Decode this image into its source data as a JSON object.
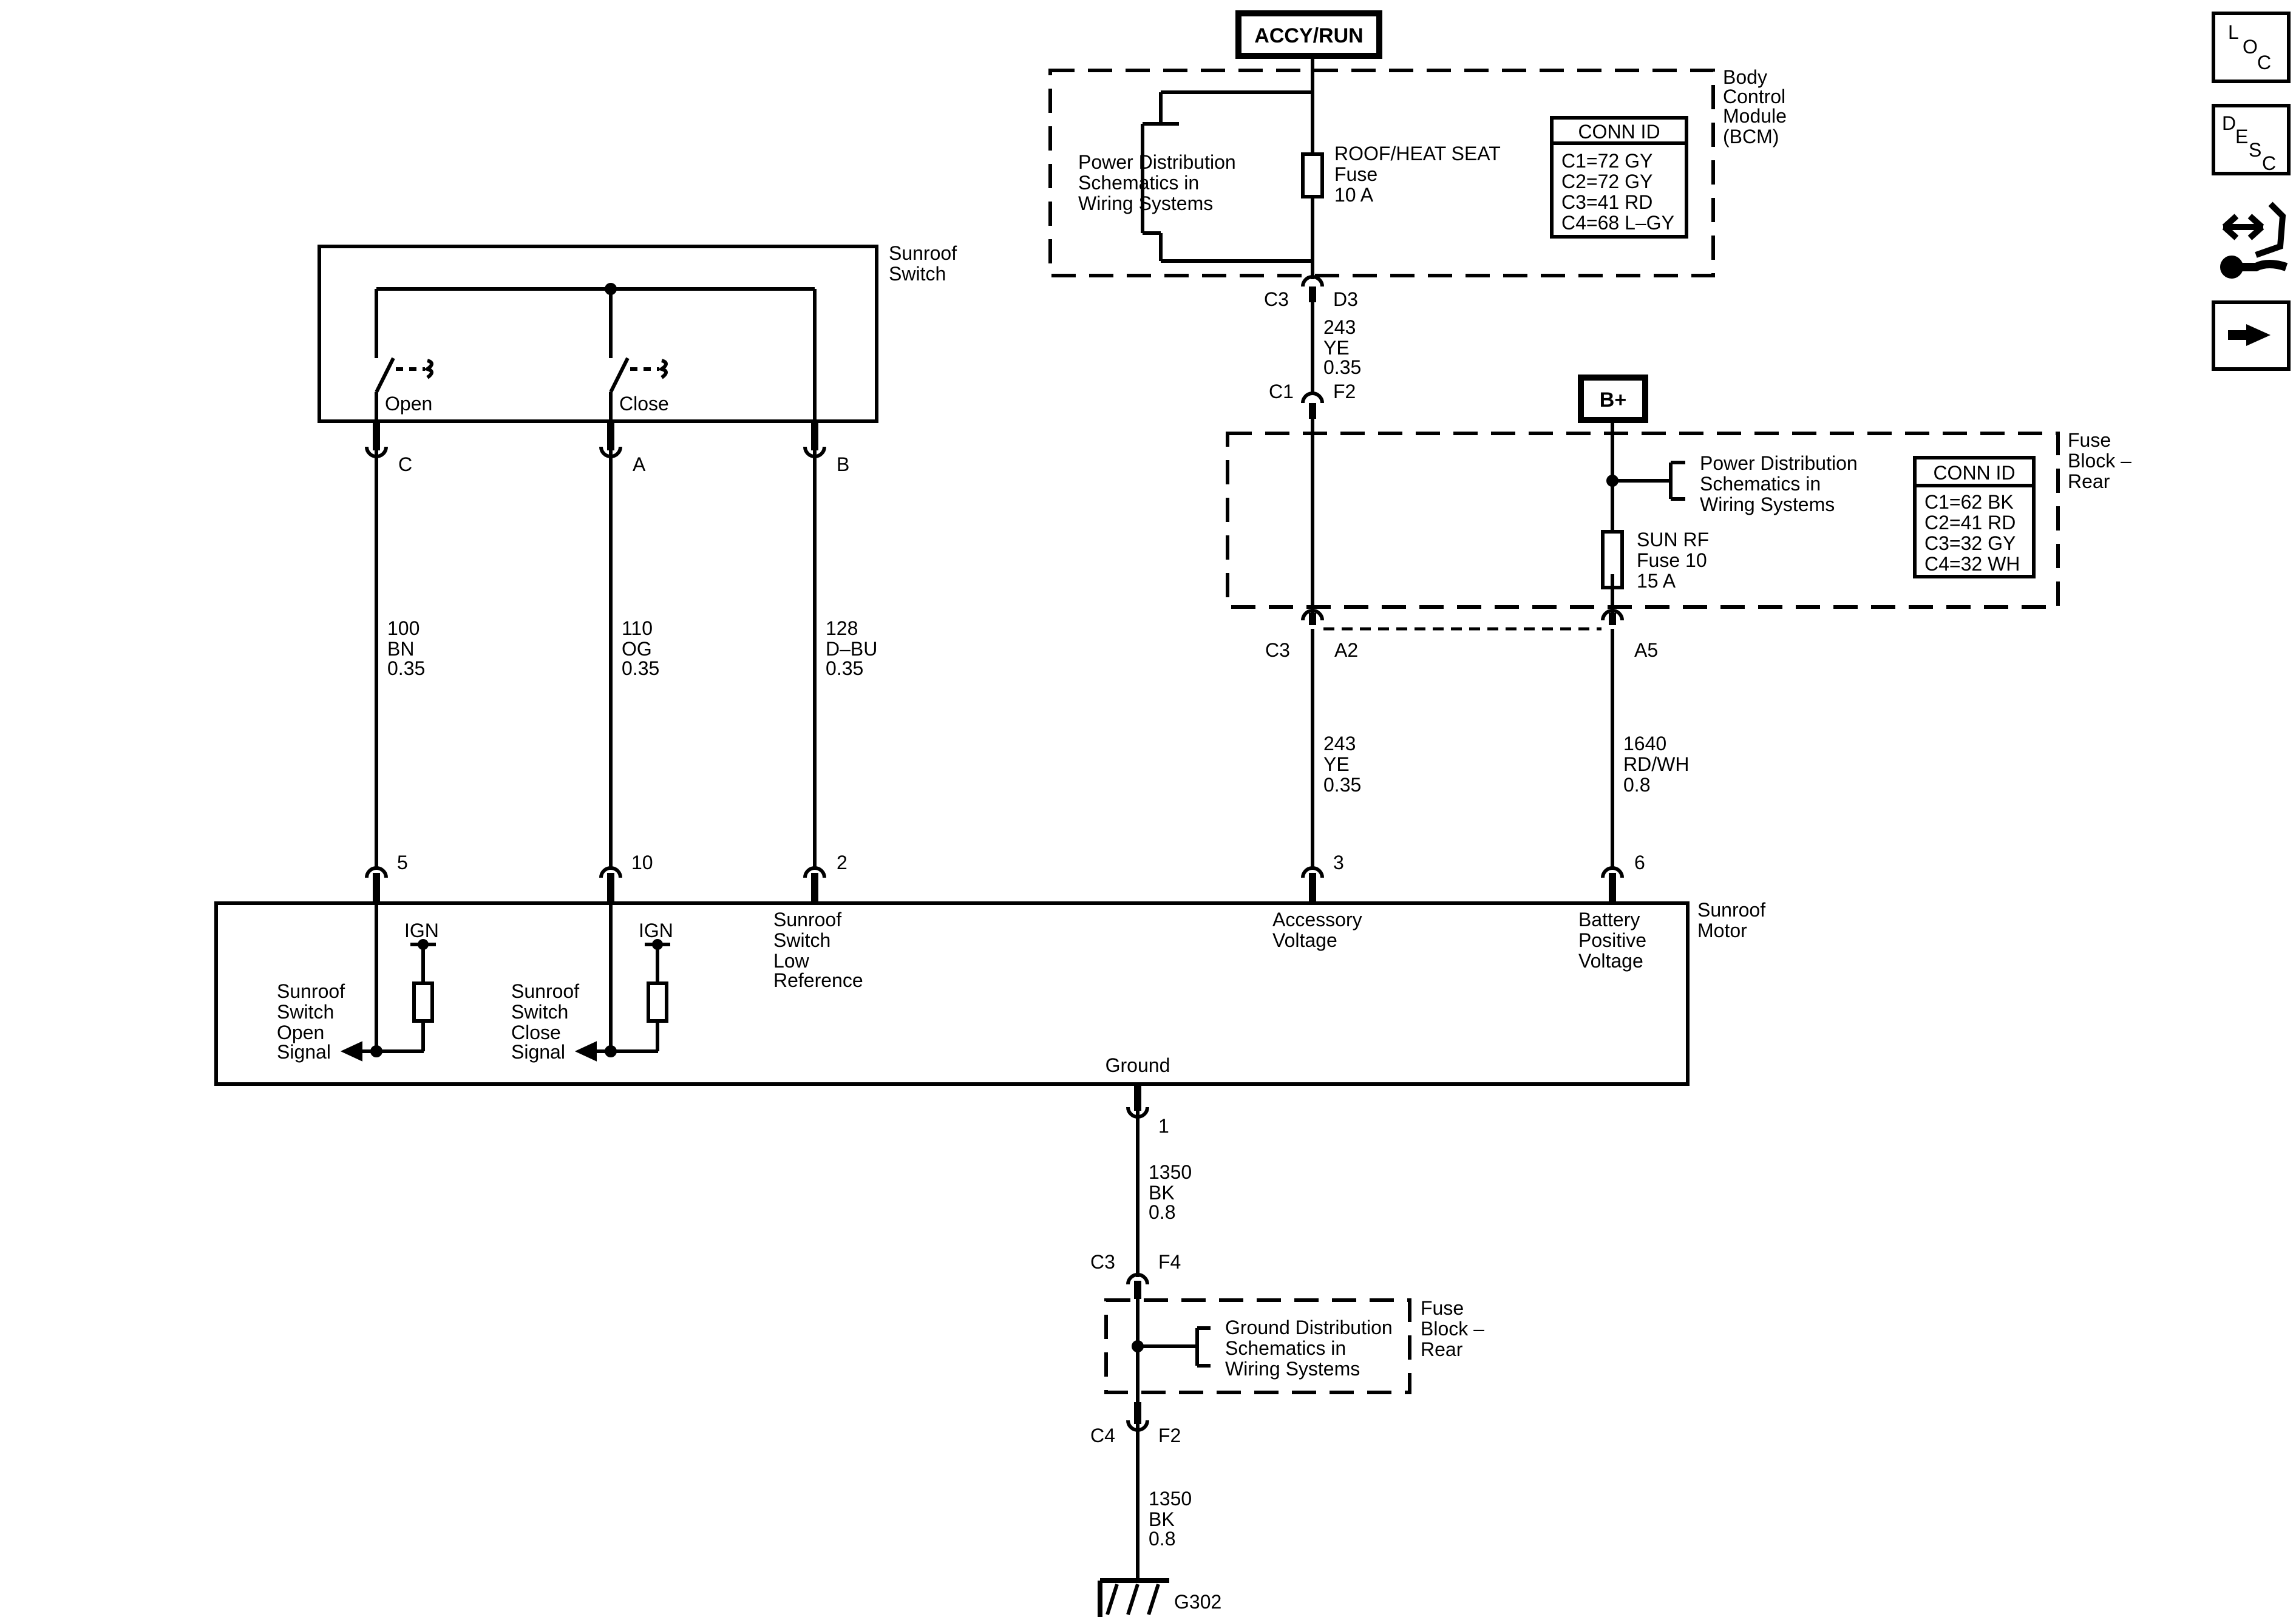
{
  "power": {
    "accy_run": "ACCY/RUN",
    "bplus": "B+"
  },
  "bcm": {
    "name_lines": [
      "Body",
      "Control",
      "Module",
      "(BCM)"
    ],
    "power_dist_lines": [
      "Power Distribution",
      "Schematics in",
      "Wiring Systems"
    ],
    "fuse_lines": [
      "ROOF/HEAT SEAT",
      "Fuse",
      "10 A"
    ],
    "conn_title": "CONN ID",
    "conn_lines": [
      "C1=72 GY",
      "C2=72 GY",
      "C3=41 RD",
      "C4=68 L–GY"
    ]
  },
  "fuse_block_rear": {
    "name_lines": [
      "Fuse",
      "Block –",
      "Rear"
    ],
    "power_dist_lines": [
      "Power Distribution",
      "Schematics in",
      "Wiring Systems"
    ],
    "fuse_lines": [
      "SUN RF",
      "Fuse 10",
      "15 A"
    ],
    "conn_title": "CONN ID",
    "conn_lines": [
      "C1=62 BK",
      "C2=41 RD",
      "C3=32 GY",
      "C4=32 WH"
    ]
  },
  "sunroof_switch": {
    "name_lines": [
      "Sunroof",
      "Switch"
    ],
    "open_label": "Open",
    "close_label": "Close",
    "pins": {
      "c": "C",
      "a": "A",
      "b": "B"
    }
  },
  "connectors": {
    "bcm_conn": "C3",
    "bcm_pin": "D3",
    "fb_in_conn": "C1",
    "fb_in_pin": "F2",
    "fb_out_conn": "C3",
    "fb_out_pin_acc": "A2",
    "fb_out_pin_bat": "A5",
    "gnd_conn_in": "C3",
    "gnd_pin_in": "F4",
    "gnd_conn_out": "C4",
    "gnd_pin_out": "F2"
  },
  "wires": {
    "w100": [
      "100",
      "BN",
      "0.35"
    ],
    "w110": [
      "110",
      "OG",
      "0.35"
    ],
    "w128": [
      "128",
      "D–BU",
      "0.35"
    ],
    "w243_top": [
      "243",
      "YE",
      "0.35"
    ],
    "w243_bot": [
      "243",
      "YE",
      "0.35"
    ],
    "w1640": [
      "1640",
      "RD/WH",
      "0.8"
    ],
    "w1350_top": [
      "1350",
      "BK",
      "0.8"
    ],
    "w1350_bot": [
      "1350",
      "BK",
      "0.8"
    ]
  },
  "motor": {
    "name_lines": [
      "Sunroof",
      "Motor"
    ],
    "pins": {
      "p5": "5",
      "p10": "10",
      "p2": "2",
      "p3": "3",
      "p6": "6",
      "p1": "1"
    },
    "open_signal_lines": [
      "Sunroof",
      "Switch",
      "Open",
      "Signal"
    ],
    "close_signal_lines": [
      "Sunroof",
      "Switch",
      "Close",
      "Signal"
    ],
    "low_ref_lines": [
      "Sunroof",
      "Switch",
      "Low",
      "Reference"
    ],
    "acc_lines": [
      "Accessory",
      "Voltage"
    ],
    "bat_lines": [
      "Battery",
      "Positive",
      "Voltage"
    ],
    "ign1": "IGN",
    "ign2": "IGN",
    "ground": "Ground"
  },
  "ground_block": {
    "dist_lines": [
      "Ground Distribution",
      "Schematics in",
      "Wiring Systems"
    ],
    "name_lines": [
      "Fuse",
      "Block –",
      "Rear"
    ],
    "ground_id": "G302"
  },
  "side_icons": {
    "loc": [
      "L",
      "O",
      "C"
    ],
    "desc": [
      "D",
      "E",
      "S",
      "C"
    ],
    "connector_icon": "connector-icon",
    "next_icon": "arrow-right-icon"
  }
}
